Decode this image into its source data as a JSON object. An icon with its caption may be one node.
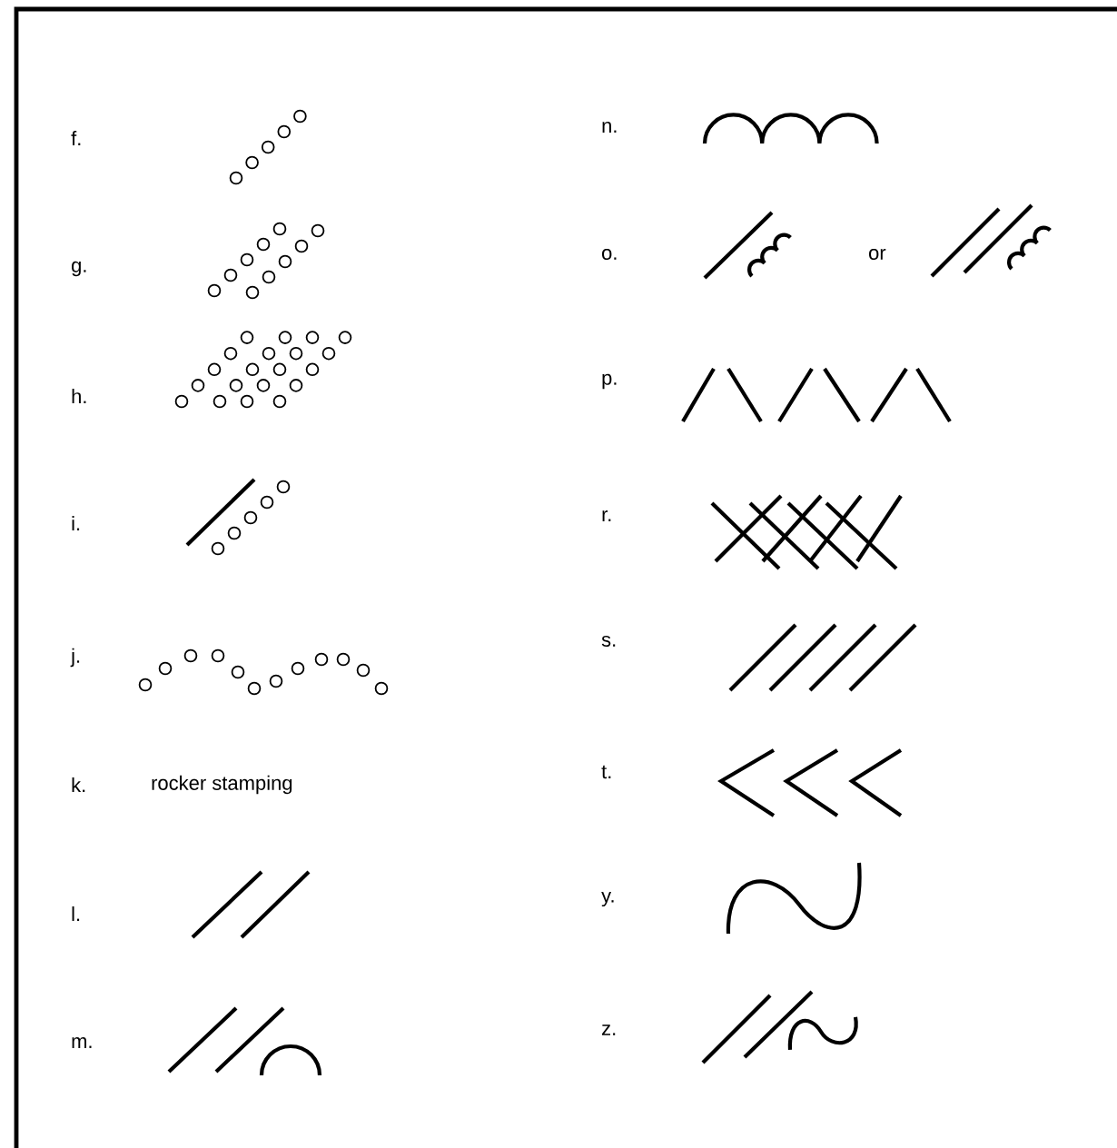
{
  "diagram": {
    "labels": [
      "f.",
      "g.",
      "h.",
      "i.",
      "j.",
      "k.",
      "rocker stamping",
      "l.",
      "m.",
      "n.",
      "o.",
      "or",
      "p.",
      "r.",
      "s.",
      "t.",
      "y.",
      "z."
    ]
  }
}
